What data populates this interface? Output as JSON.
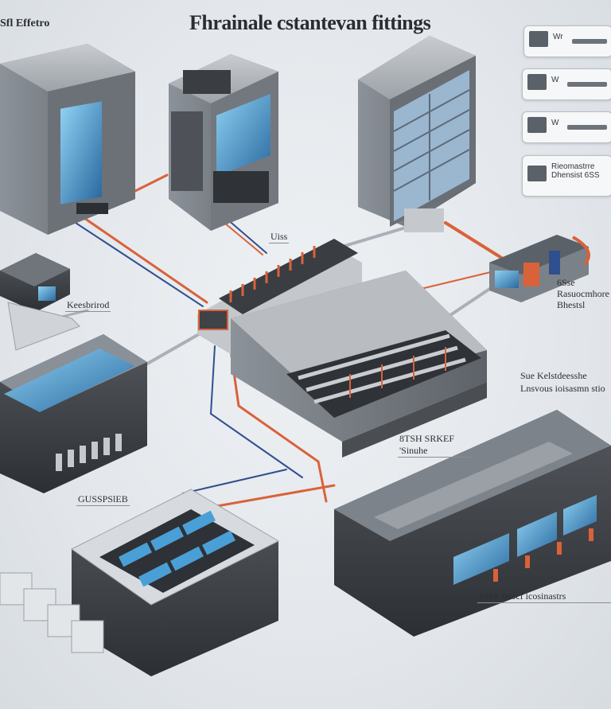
{
  "title": "Fhrainale cstantevan fittings",
  "corner_label": "Sfl Effetro",
  "cards": [
    {
      "text": "Wr"
    },
    {
      "text": "W"
    },
    {
      "text": "W"
    },
    {
      "text": "Rieomastrre Dhensist 6SS"
    }
  ],
  "labels": {
    "top_mid": "Uiss",
    "left_mid": "Keesbrirod",
    "right_top": "6Sse Rasuocmhore Bhestsl",
    "right_mid": "Sue Kelstdeesshe Lnsvous ioisasmn stio",
    "center_bottom": "8TSH SRKEF 'Sinuhe",
    "left_bottom": "GUSSPSlEB",
    "bottom_right": "SSIA tatocf icosinastrs"
  },
  "colors": {
    "cable_orange": "#d9623a",
    "cable_blue": "#2f4f8f",
    "cable_gray": "#aab0b7",
    "housing_dark": "#3d4146",
    "housing_mid": "#7a8088",
    "screen_blue": "#4a9fd6"
  }
}
